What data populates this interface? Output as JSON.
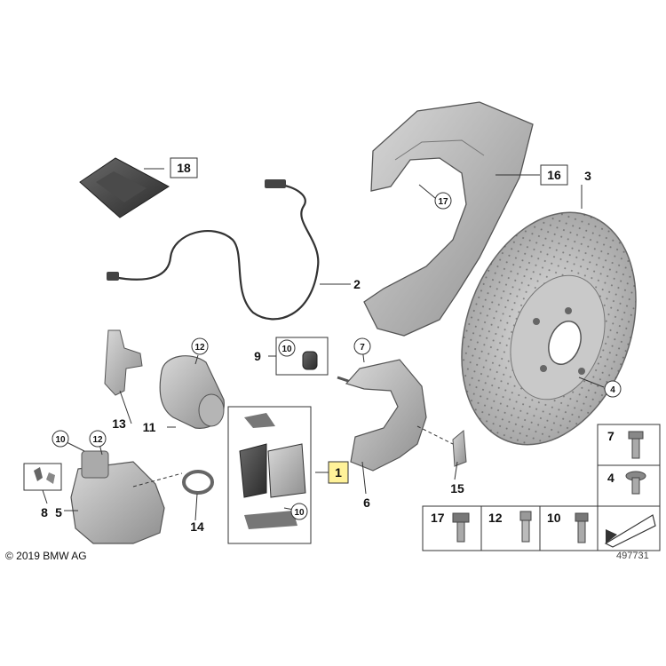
{
  "diagram": {
    "callouts": {
      "c1": "1",
      "c2": "2",
      "c3": "3",
      "c4": "4",
      "c5": "5",
      "c6": "6",
      "c7": "7",
      "c8": "8",
      "c9": "9",
      "c10_caliper": "10",
      "c10_pads": "10",
      "c10_bolt_box": "10",
      "c11": "11",
      "c12_motor": "12",
      "c12_caliper": "12",
      "c13": "13",
      "c14": "14",
      "c15": "15",
      "c16": "16",
      "c17_shield": "17",
      "c18": "18"
    },
    "legend": {
      "item7": "7",
      "item4": "4",
      "item17": "17",
      "item12": "12",
      "item10": "10"
    },
    "highlight_color": "#fff299"
  },
  "footer": {
    "copyright": "© 2019 BMW AG",
    "image_number": "497731"
  }
}
